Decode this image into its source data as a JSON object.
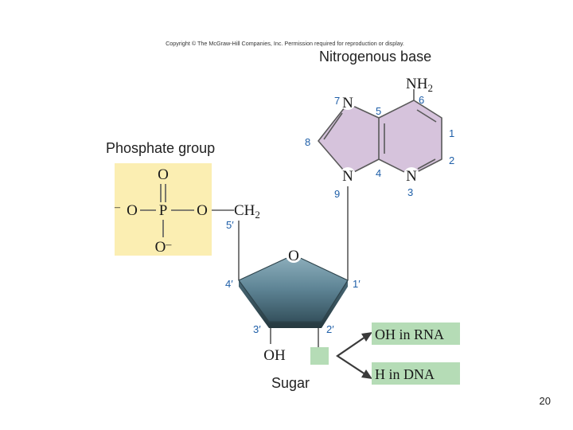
{
  "copyright": "Copyright © The McGraw-Hill Companies, Inc. Permission required for reproduction or display.",
  "labels": {
    "nitrogenous_base": "Nitrogenous base",
    "phosphate_group": "Phosphate group",
    "sugar": "Sugar"
  },
  "boxes": {
    "rna": "OH in RNA",
    "dna": "H in DNA"
  },
  "atoms": {
    "N": "N",
    "O": "O",
    "P": "P",
    "NH": "NH",
    "CH": "CH",
    "OH": "OH",
    "sub2": "2",
    "neg": "–",
    "neg_right": "–"
  },
  "base_numbers": [
    "1",
    "2",
    "3",
    "4",
    "5",
    "6",
    "7",
    "8",
    "9"
  ],
  "sugar_numbers": [
    "1′",
    "2′",
    "3′",
    "4′",
    "5′"
  ],
  "colors": {
    "base_fill": "#d6c3dc",
    "phosphate_fill": "#fbeeb2",
    "sugar_fill": "#5f8596",
    "box_fill": "#b5dcb6",
    "number_color": "#1f5fa8"
  },
  "page_number": "20"
}
